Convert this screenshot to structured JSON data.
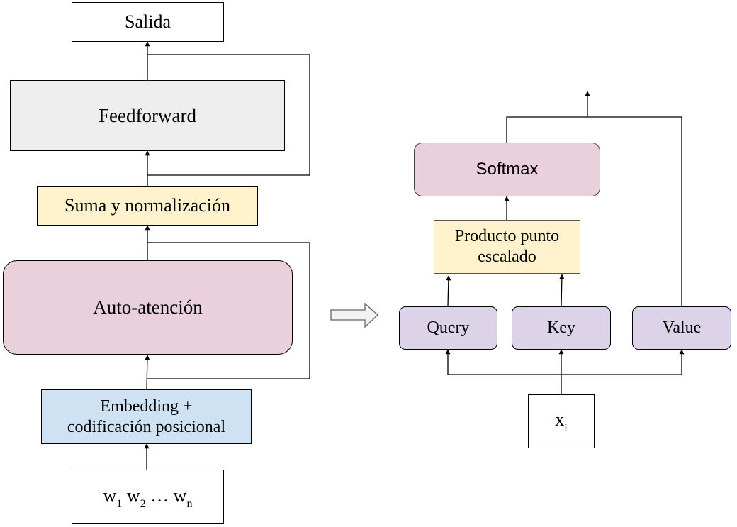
{
  "encoder": {
    "output": {
      "label": "Salida"
    },
    "feedforward": {
      "label": "Feedforward"
    },
    "add_norm": {
      "label": "Suma y normalización"
    },
    "self_attention": {
      "label": "Auto-atención"
    },
    "embedding": {
      "line1": "Embedding +",
      "line2": "codificación posicional"
    },
    "tokens": {
      "items": [
        {
          "base": "w",
          "sub": "1"
        },
        {
          "base": "w",
          "sub": "2"
        },
        {
          "text": "…"
        },
        {
          "base": "w",
          "sub": "n"
        }
      ]
    }
  },
  "attention": {
    "softmax": {
      "label": "Softmax"
    },
    "scaled_dot": {
      "line1": "Producto punto",
      "line2": "escalado"
    },
    "query": {
      "label": "Query"
    },
    "key": {
      "label": "Key"
    },
    "value": {
      "label": "Value"
    },
    "input": {
      "base": "x",
      "sub": "i"
    }
  },
  "colors": {
    "feedforward_fill": "#eeeeee",
    "add_norm_fill": "#fff2cc",
    "attention_fill": "#e9d0db",
    "embedding_fill": "#cfe2f3",
    "qkv_fill": "#dcd3e9",
    "arrow_fill": "#f2f2f2"
  }
}
